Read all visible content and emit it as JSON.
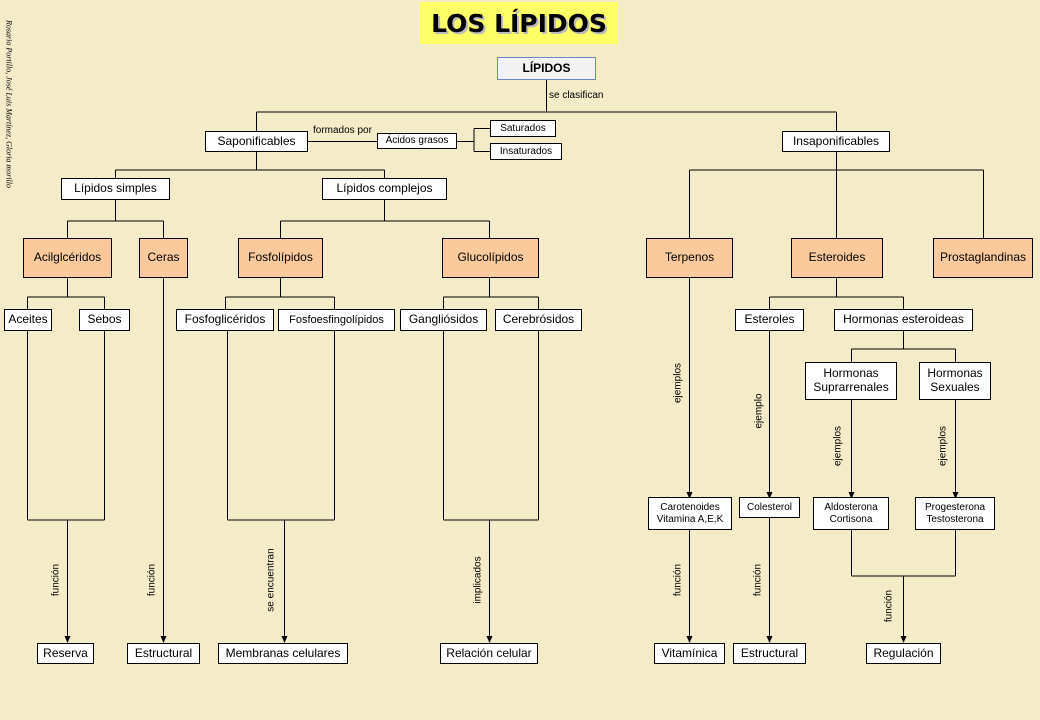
{
  "title": "LOS LÍPIDOS",
  "credit": "Rosario Portillo, José Luis Martínez, Gloria morillo",
  "root": "LÍPIDOS",
  "labels": {
    "se_clasifican": "se clasifican",
    "formados_por": "formados por",
    "ejemplos": "ejemplos",
    "ejemplo": "ejemplo",
    "funcion": "función",
    "se_encuentran": "se encuentran",
    "implicados": "implicados"
  },
  "nodes": {
    "saponificables": "Saponificables",
    "insaponificables": "Insaponificables",
    "acidos_grasos": "Ácidos grasos",
    "saturados": "Saturados",
    "insaturados": "Insaturados",
    "lipidos_simples": "Lípidos simples",
    "lipidos_complejos": "Lípidos complejos",
    "acilgliceridos": "Acilglcéridos",
    "ceras": "Ceras",
    "fosfolipidos": "Fosfolípidos",
    "glucolipidos": "Glucolípidos",
    "terpenos": "Terpenos",
    "esteroides": "Esteroides",
    "prostaglandinas": "Prostaglandinas",
    "aceites": "Aceites",
    "sebos": "Sebos",
    "fosfogliceridos": "Fosfoglicéridos",
    "fosfoesfingolipidos": "Fosfoesfingolípidos",
    "gangliosidos": "Gangliósidos",
    "cerebrosidos": "Cerebrósidos",
    "esteroles": "Esteroles",
    "hormonas_esteroideas": "Hormonas esteroideas",
    "hormonas_suprarrenales": "Hormonas\nSuprarrenales",
    "hormonas_sexuales": "Hormonas\nSexuales",
    "carotenoides": "Carotenoides\nVitamina A,E,K",
    "colesterol": "Colesterol",
    "aldosterona": "Aldosterona\nCortisona",
    "progesterona": "Progesterona\nTestosterona",
    "reserva": "Reserva",
    "estructural_1": "Estructural",
    "membranas": "Membranas celulares",
    "relacion": "Relación celular",
    "vitaminica": "Vitamínica",
    "estructural_2": "Estructural",
    "regulacion": "Regulación"
  },
  "colors": {
    "background": "#f4ebc9",
    "title_bg": "#ffff66",
    "category_fill": "#fbc99b",
    "box_fill": "#ffffff"
  }
}
